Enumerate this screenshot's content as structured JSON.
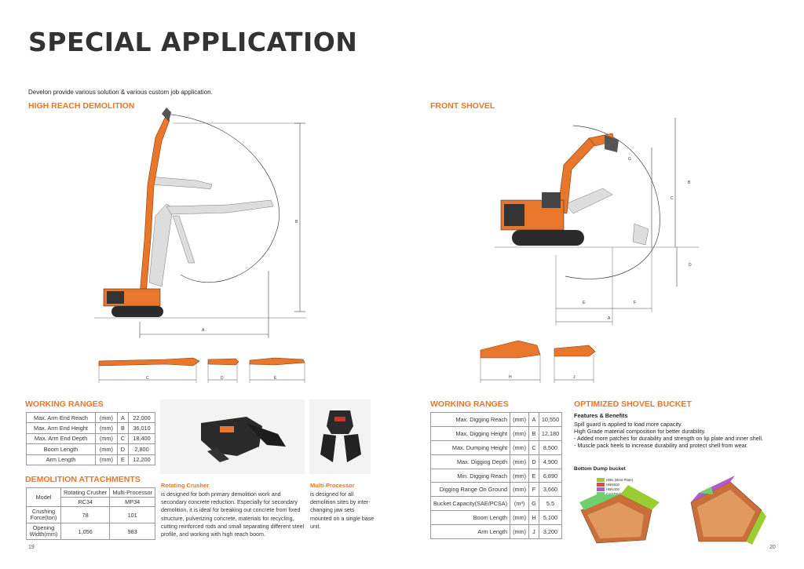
{
  "title": "SPECIAL APPLICATION",
  "intro": "Develon provide various solution & various custom job application.",
  "left": {
    "heading": "HIGH REACH DEMOLITION",
    "dim_labels": {
      "A": "A",
      "B": "B",
      "C": "C",
      "D": "D",
      "E": "E"
    },
    "working_ranges": {
      "heading": "WORKING RANGES",
      "rows": [
        {
          "label": "Max. Arm End Reach",
          "unit": "(mm)",
          "code": "A",
          "value": "22,000"
        },
        {
          "label": "Max. Arm End Height",
          "unit": "(mm)",
          "code": "B",
          "value": "36,010"
        },
        {
          "label": "Max. Arm End Depth",
          "unit": "(mm)",
          "code": "C",
          "value": "18,400"
        },
        {
          "label": "Boom Length",
          "unit": "(mm)",
          "code": "D",
          "value": "2,800"
        },
        {
          "label": "Arm Length",
          "unit": "(mm)",
          "code": "E",
          "value": "12,200"
        }
      ]
    },
    "attachments": {
      "heading": "DEMOLITION ATTACHMENTS",
      "model_label": "Model",
      "col1": "Rotating Crusher",
      "col2": "Multi-Processor",
      "model1": "RC34",
      "model2": "MP34",
      "row2_label": "Crushing Force(ton)",
      "row2_v1": "78",
      "row2_v2": "101",
      "row3_label": "Opening Width(mm)",
      "row3_v1": "1,056",
      "row3_v2": "983"
    },
    "crusher": {
      "title": "Rotating Crusher",
      "text": "is designed for both primary demolition work and secondary concrete reduction. Especially for secondary demolition, it is ideal for breaking out concrete from fixed structure, pulverizing concrete, materials for recycling, cutting reinforced rods and small separating different steel profile, and working with high reach boom."
    },
    "processor": {
      "title": "Multi-Processor",
      "text": "is designed for all demolition sites by inter-changing jaw sets mounted on a single base unit."
    },
    "page_number": "19"
  },
  "right": {
    "heading": "FRONT SHOVEL",
    "dim_labels": {
      "A": "A",
      "B": "B",
      "C": "C",
      "D": "D",
      "E": "E",
      "F": "F",
      "G": "G",
      "H": "H",
      "J": "J"
    },
    "working_ranges": {
      "heading": "WORKING RANGES",
      "rows": [
        {
          "label": "Max. Digging Reach",
          "unit": "(mm)",
          "code": "A",
          "value": "10,550"
        },
        {
          "label": "Max. Digging Height",
          "unit": "(mm)",
          "code": "B",
          "value": "12,180"
        },
        {
          "label": "Max. Dumping Height",
          "unit": "(mm)",
          "code": "C",
          "value": "8,500"
        },
        {
          "label": "Max. Digging Depth",
          "unit": "(mm)",
          "code": "D",
          "value": "4,900"
        },
        {
          "label": "Min. Digging Reach",
          "unit": "(mm)",
          "code": "E",
          "value": "6,890"
        },
        {
          "label": "Digging Range On Ground",
          "unit": "(mm)",
          "code": "F",
          "value": "3,660"
        },
        {
          "label": "Bucket Capacity(SAE/PCSA)",
          "unit": "(m³)",
          "code": "G",
          "value": "5.5"
        },
        {
          "label": "Boom Length",
          "unit": "(mm)",
          "code": "H",
          "value": "5,100"
        },
        {
          "label": "Arm Length",
          "unit": "(mm)",
          "code": "J",
          "value": "3,200"
        }
      ]
    },
    "bucket": {
      "heading": "OPTIMIZED SHOVEL BUCKET",
      "features_title": "Features & Benefits",
      "line1": "Spill guard is applied to load more capacity.",
      "line2": "High Grade material composition for better durability.",
      "line3": "- Added more patches for durability and strength on lip plate and inner shell.",
      "line4": "- Muscle pack heels to increase durability and protect shell from wear.",
      "dump_title": "Bottom Dump bucket",
      "legend": [
        {
          "label": "HBN (Best Plate)",
          "color": "#9acd32"
        },
        {
          "label": "HBN500",
          "color": "#e0483a"
        },
        {
          "label": "HBN400",
          "color": "#b05ad0"
        },
        {
          "label": "CASTING",
          "color": "#6fd06f"
        }
      ]
    },
    "page_number": "20"
  }
}
